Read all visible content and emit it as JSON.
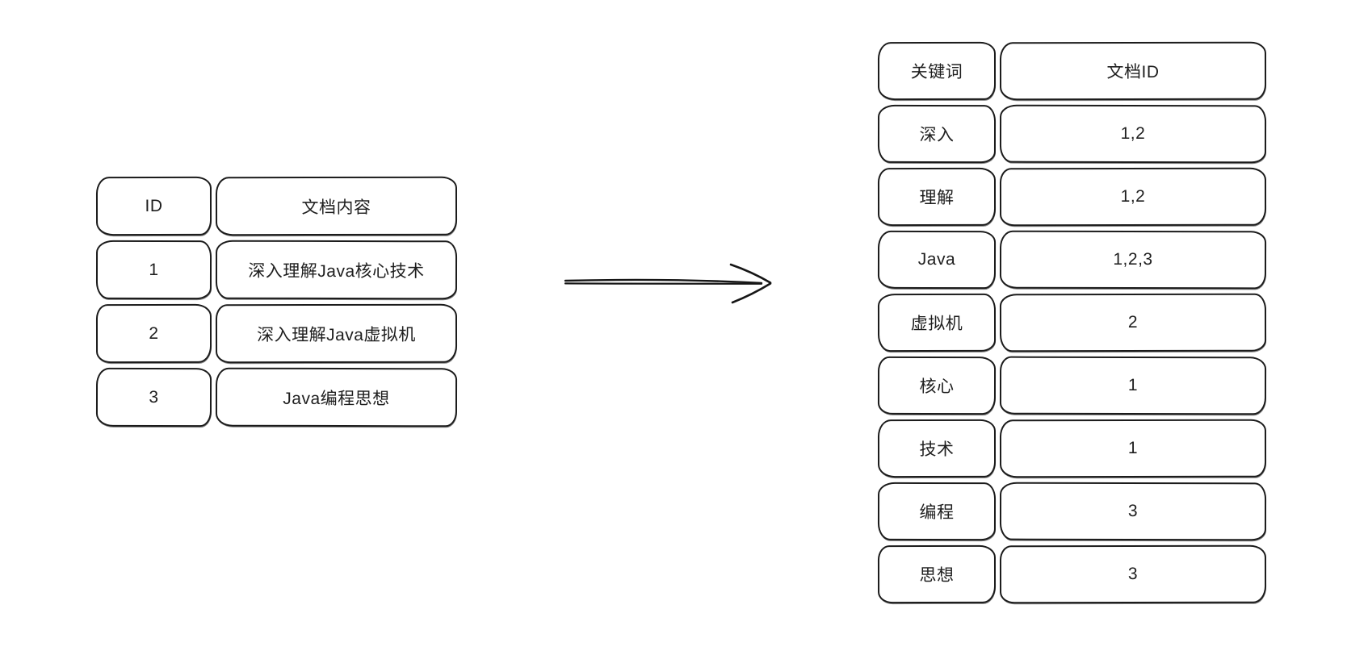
{
  "diagram": {
    "doc_table": {
      "headers": [
        "ID",
        "文档内容"
      ],
      "rows": [
        [
          "1",
          "深入理解Java核心技术"
        ],
        [
          "2",
          "深入理解Java虚拟机"
        ],
        [
          "3",
          "Java编程思想"
        ]
      ]
    },
    "index_table": {
      "headers": [
        "关键词",
        "文档ID"
      ],
      "rows": [
        [
          "深入",
          "1,2"
        ],
        [
          "理解",
          "1,2"
        ],
        [
          "Java",
          "1,2,3"
        ],
        [
          "虚拟机",
          "2"
        ],
        [
          "核心",
          "1"
        ],
        [
          "技术",
          "1"
        ],
        [
          "编程",
          "3"
        ],
        [
          "思想",
          "3"
        ]
      ]
    },
    "arrow": {
      "icon": "arrow-right",
      "meaning": "doc-table-to-inverted-index"
    },
    "colors": {
      "stroke": "#1b1b1b",
      "background": "#ffffff",
      "text": "#1e1e1e"
    }
  }
}
